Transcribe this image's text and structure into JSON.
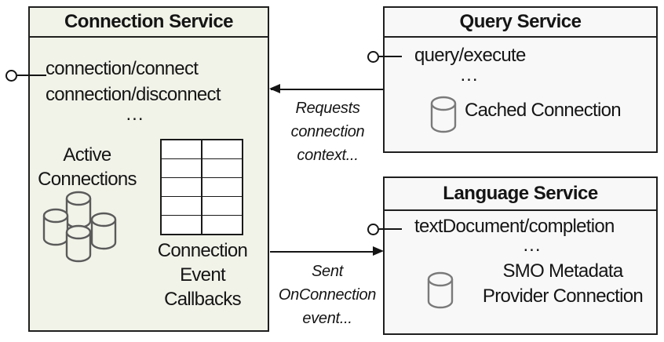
{
  "connection_service": {
    "title": "Connection Service",
    "methods": [
      "connection/connect",
      "connection/disconnect"
    ],
    "ellipsis": "...",
    "active_connections_label": "Active\nConnections",
    "callback_table": {
      "rows": 5,
      "cols": 2
    },
    "callbacks_label": "Connection\nEvent\nCallbacks"
  },
  "query_service": {
    "title": "Query Service",
    "methods": [
      "query/execute"
    ],
    "ellipsis": "...",
    "cached_connection_label": "Cached Connection"
  },
  "language_service": {
    "title": "Language Service",
    "methods": [
      "textDocument/completion"
    ],
    "ellipsis": "...",
    "smo_connection_label": "SMO Metadata\nProvider Connection"
  },
  "relations": {
    "requests_connection_label": "Requests\nconnection\ncontext...",
    "sent_onconnection_label": "Sent\nOnConnection\nevent..."
  },
  "colors": {
    "connection_box_fill": "#f1f3e9",
    "service_box_fill": "#f8f8f8",
    "border": "#1f1f1f",
    "cluster_cylinder_stroke": "#5a5a5a",
    "cylinder_stroke": "#7a7a7a"
  }
}
